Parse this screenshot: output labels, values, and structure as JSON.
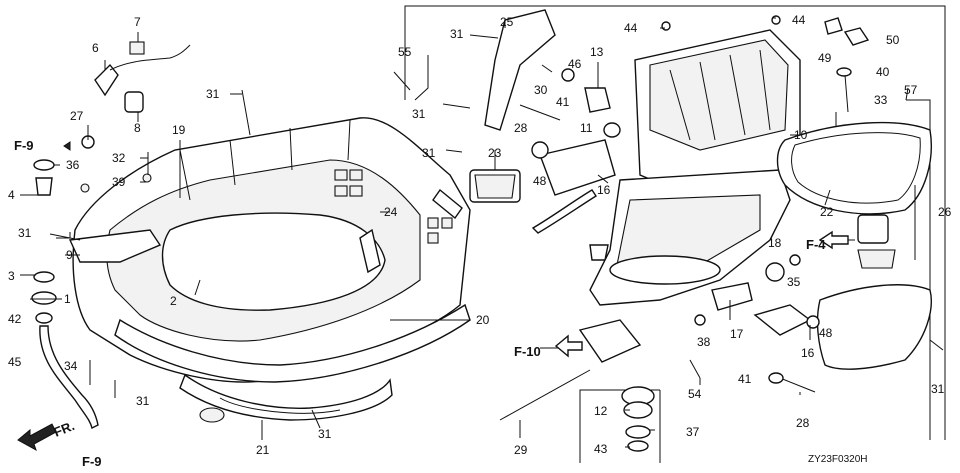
{
  "diagram": {
    "code": "ZY23F0320H",
    "direction_label": "FR.",
    "callouts": [
      {
        "id": "c1",
        "text": "1"
      },
      {
        "id": "c2",
        "text": "2"
      },
      {
        "id": "c3",
        "text": "3"
      },
      {
        "id": "c4",
        "text": "4"
      },
      {
        "id": "c6",
        "text": "6"
      },
      {
        "id": "c7",
        "text": "7"
      },
      {
        "id": "c8",
        "text": "8"
      },
      {
        "id": "c9",
        "text": "9"
      },
      {
        "id": "c10",
        "text": "10"
      },
      {
        "id": "c11",
        "text": "11"
      },
      {
        "id": "c12",
        "text": "12"
      },
      {
        "id": "c13",
        "text": "13"
      },
      {
        "id": "c16a",
        "text": "16"
      },
      {
        "id": "c16b",
        "text": "16"
      },
      {
        "id": "c17",
        "text": "17"
      },
      {
        "id": "c18",
        "text": "18"
      },
      {
        "id": "c19",
        "text": "19"
      },
      {
        "id": "c20",
        "text": "20"
      },
      {
        "id": "c21",
        "text": "21"
      },
      {
        "id": "c22",
        "text": "22"
      },
      {
        "id": "c23",
        "text": "23"
      },
      {
        "id": "c24",
        "text": "24"
      },
      {
        "id": "c25",
        "text": "25"
      },
      {
        "id": "c26",
        "text": "26"
      },
      {
        "id": "c27",
        "text": "27"
      },
      {
        "id": "c28a",
        "text": "28"
      },
      {
        "id": "c28b",
        "text": "28"
      },
      {
        "id": "c29",
        "text": "29"
      },
      {
        "id": "c30",
        "text": "30"
      },
      {
        "id": "c31a",
        "text": "31"
      },
      {
        "id": "c31b",
        "text": "31"
      },
      {
        "id": "c31c",
        "text": "31"
      },
      {
        "id": "c31d",
        "text": "31"
      },
      {
        "id": "c31e",
        "text": "31"
      },
      {
        "id": "c31f",
        "text": "31"
      },
      {
        "id": "c31g",
        "text": "31"
      },
      {
        "id": "c31h",
        "text": "31"
      },
      {
        "id": "c32",
        "text": "32"
      },
      {
        "id": "c33",
        "text": "33"
      },
      {
        "id": "c34",
        "text": "34"
      },
      {
        "id": "c35",
        "text": "35"
      },
      {
        "id": "c36",
        "text": "36"
      },
      {
        "id": "c37",
        "text": "37"
      },
      {
        "id": "c38",
        "text": "38"
      },
      {
        "id": "c39",
        "text": "39"
      },
      {
        "id": "c40",
        "text": "40"
      },
      {
        "id": "c41a",
        "text": "41"
      },
      {
        "id": "c41b",
        "text": "41"
      },
      {
        "id": "c42",
        "text": "42"
      },
      {
        "id": "c43",
        "text": "43"
      },
      {
        "id": "c44a",
        "text": "44"
      },
      {
        "id": "c44b",
        "text": "44"
      },
      {
        "id": "c45",
        "text": "45"
      },
      {
        "id": "c46",
        "text": "46"
      },
      {
        "id": "c48a",
        "text": "48"
      },
      {
        "id": "c48b",
        "text": "48"
      },
      {
        "id": "c49",
        "text": "49"
      },
      {
        "id": "c50",
        "text": "50"
      },
      {
        "id": "c54",
        "text": "54"
      },
      {
        "id": "c55",
        "text": "55"
      },
      {
        "id": "c57",
        "text": "57"
      }
    ],
    "references": [
      {
        "id": "f9a",
        "text": "F-9"
      },
      {
        "id": "f9b",
        "text": "F-9"
      },
      {
        "id": "f4",
        "text": "F-4"
      },
      {
        "id": "f10",
        "text": "F-10"
      }
    ]
  }
}
